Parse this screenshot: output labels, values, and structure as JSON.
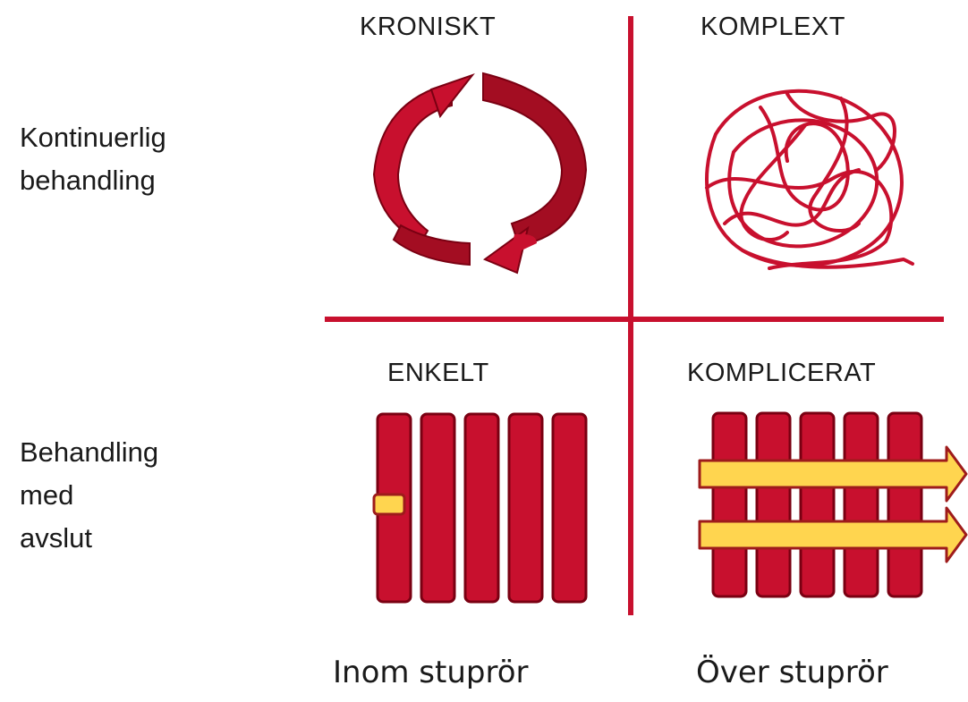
{
  "quadrants": {
    "top_left": {
      "title": "KRONISKT",
      "icon": "cycle-arrows-icon"
    },
    "top_right": {
      "title": "KOMPLEXT",
      "icon": "tangled-scribble-icon"
    },
    "bottom_left": {
      "title": "ENKELT",
      "icon": "silo-pipes-icon"
    },
    "bottom_right": {
      "title": "KOMPLICERAT",
      "icon": "silo-pipes-with-arrows-icon"
    }
  },
  "rows": {
    "top": {
      "line1": "Kontinuerlig",
      "line2": "behandling"
    },
    "bottom": {
      "line1": "Behandling",
      "line2": "med",
      "line3": "avslut"
    }
  },
  "columns": {
    "left": "Inom stuprör",
    "right": "Över stuprör"
  },
  "colors": {
    "accent_red": "#C8102E",
    "dark_red": "#7A0012",
    "arrow_yellow": "#FFD54F",
    "arrow_outline": "#9E1B1B"
  }
}
